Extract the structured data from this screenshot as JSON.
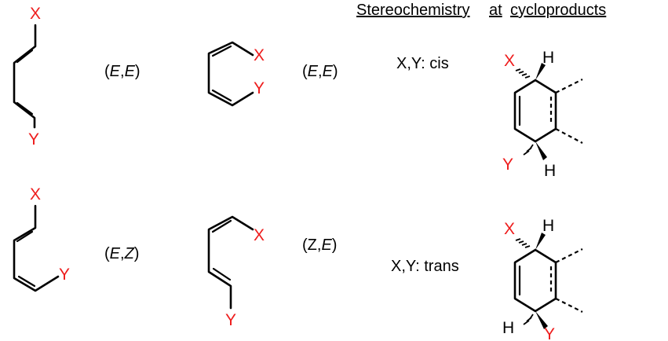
{
  "header": {
    "words": [
      "Stereochemistry",
      "at",
      "cycloproducts"
    ]
  },
  "atoms": {
    "x": "X",
    "y": "Y",
    "h": "H"
  },
  "labels": {
    "row1_linear": {
      "pre": "(",
      "a": "E",
      "sep": ",",
      "b": "E",
      "post": ")"
    },
    "row1_cyclic": {
      "pre": "(",
      "a": "E",
      "sep": ",",
      "b": "E",
      "post": ")"
    },
    "row2_linear": {
      "pre": "(",
      "a": "E",
      "sep": ",",
      "b": "Z",
      "post": ")"
    },
    "row2_cyclic": {
      "pre": "(",
      "a": "Z",
      "sep": ",",
      "b": "E",
      "post": ")"
    },
    "cis": "X,Y: cis",
    "trans": "X,Y: trans"
  },
  "colors": {
    "substituent": "#ee1c1c",
    "bond": "#000000"
  }
}
